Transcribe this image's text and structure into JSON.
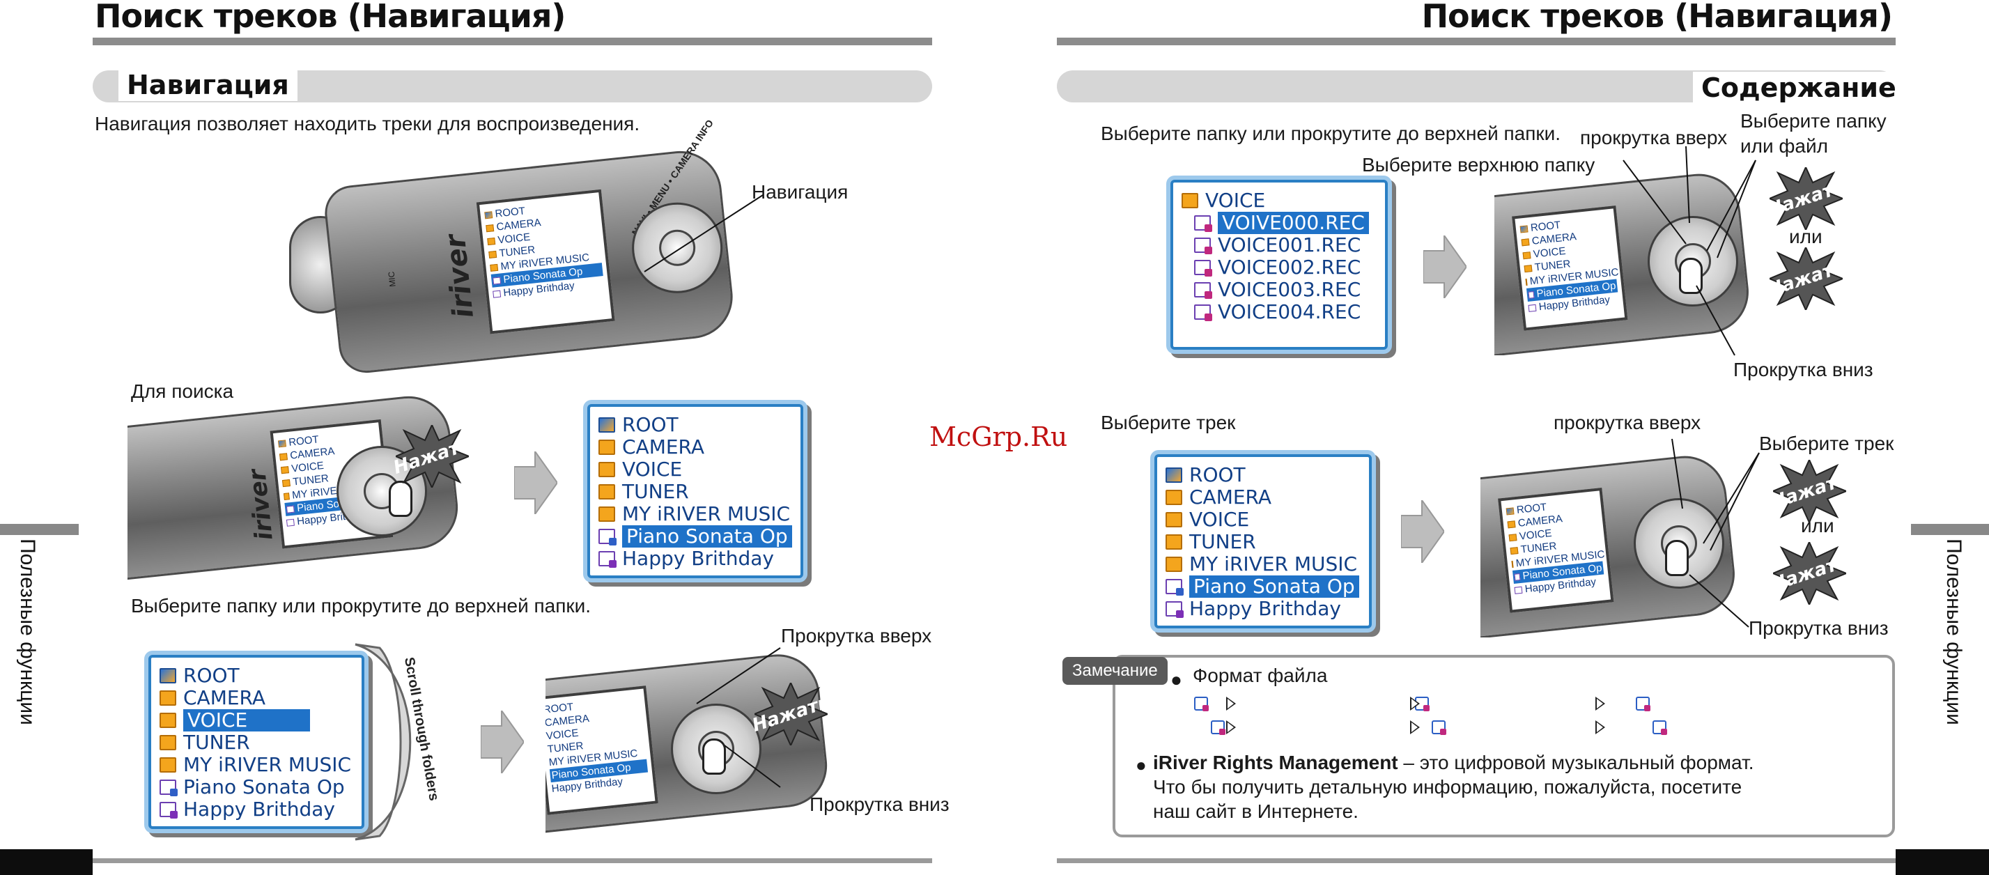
{
  "left_page": {
    "title": "Поиск треков (Навигация)",
    "section_label": "Навигация",
    "intro": "Навигация позволяет находить треки для воспроизведения.",
    "device_label_nav": "Навигация",
    "to_search": "Для поиска",
    "choose_folder": "Выберите папку или прокрутите до верхней папки.",
    "scroll_up": "Прокрутка вверх",
    "scroll_down": "Прокрутка вниз",
    "scroll_arc": "Scroll through folders",
    "press": "Нажать"
  },
  "right_page": {
    "title": "Поиск треков (Навигация)",
    "section_label": "Содержание",
    "choose_folder": "Выберите папку или прокрутите до верхней папки.",
    "choose_top_folder": "Выберите верхнюю папку",
    "scroll_up_lower": "прокрутка вверх",
    "choose_folder_or_file": [
      "Выберите папку",
      "или файл"
    ],
    "or": "или",
    "press": "Нажать",
    "scroll_down": "Прокрутка вниз",
    "choose_track": "Выберите трек",
    "scroll_up_lower2": "прокрутка вверх",
    "choose_track2": "Выберите трек",
    "scroll_down2": "Прокрутка вниз"
  },
  "device": {
    "brand": "iriver",
    "mic": "MIC",
    "nav_arc": "NAVI • MENU • CAMERA INFO"
  },
  "screens": {
    "root_list": [
      "ROOT",
      "CAMERA",
      "VOICE",
      "TUNER",
      "MY iRIVER MUSIC",
      "Piano Sonata Op",
      "Happy Brithday"
    ],
    "voice_folder": "VOICE",
    "voice_files": [
      "VOIVE000.REC",
      "VOICE001.REC",
      "VOICE002.REC",
      "VOICE003.REC",
      "VOICE004.REC"
    ]
  },
  "note": {
    "tag": "Замечание",
    "format_heading": "Формат файла",
    "drm_title": "iRiver Rights Management",
    "drm_text": " – это цифровой музыкальный формат.",
    "drm_line2": "Что бы получить детальную информацию, пожалуйста, посетите",
    "drm_line3": "наш сайт в Интернете."
  },
  "side_tabs": {
    "left": "Полезные функции",
    "right": "Полезные функции"
  },
  "watermark": "McGrp.Ru",
  "colors": {
    "lcd_border": "#2a7fc4",
    "selection": "#1f72c8",
    "folder": "#f4a51d",
    "watermark": "#c01010"
  }
}
